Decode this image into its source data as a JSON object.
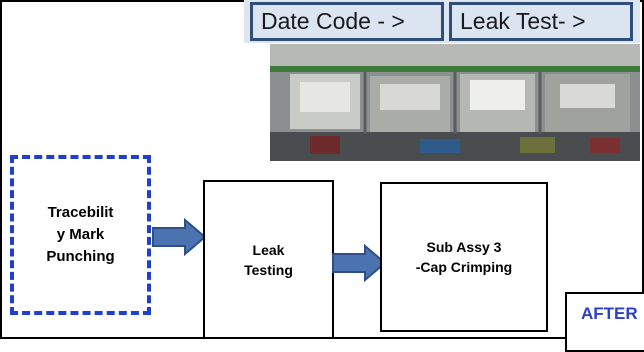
{
  "labels": {
    "date_code": "Date Code - >",
    "leak_test": "Leak Test- >"
  },
  "steps": [
    {
      "label": "Tracebilit\ny Mark\nPunching",
      "border": "dashed",
      "border_color": "#1f3fd0"
    },
    {
      "label": "Leak\nTesting",
      "border": "solid",
      "border_color": "#000000"
    },
    {
      "label": "Sub Assy 3\n-Cap Crimping",
      "border": "solid",
      "border_color": "#000000"
    }
  ],
  "arrow_color": "#4a73b0",
  "arrow_outline": "#2f4f86",
  "after_label": "AFTER",
  "accent_blue": "#2c3fc8"
}
